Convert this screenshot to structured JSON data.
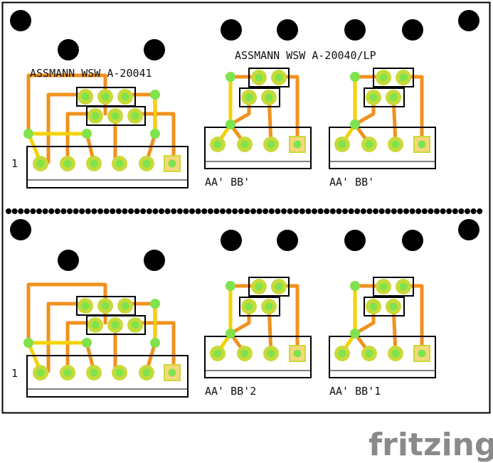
{
  "board": {
    "label_top_left": "ASSMANN WSW A-20041",
    "label_top_right": "ASSMANN WSW A-20040/LP",
    "pin1_marker": "1",
    "labels": {
      "tr1": "AA' BB'",
      "tr2": "AA' BB'",
      "br1": "AA' BB'2",
      "br2": "AA' BB'1"
    }
  },
  "brand": "fritzing",
  "colors": {
    "board_outline": "#000000",
    "trace_orange": "#F0921E",
    "trace_yellow": "#F5D200",
    "pad_fill": "#F5D87A",
    "pad_ring": "#C9D93A",
    "via_green": "#7FE34C",
    "hole": "#000000"
  }
}
